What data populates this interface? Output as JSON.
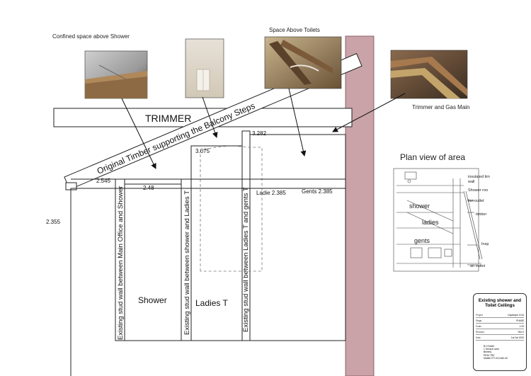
{
  "captions": {
    "confined_space": "Confined space above Shower",
    "space_above_toilets": "Space Above Toilets",
    "trimmer_gas_main": "Trimmer and Gas Main",
    "plan_view": "Plan view of area"
  },
  "labels": {
    "trimmer": "TRIMMER",
    "original_timber": "Original Timber supporting the Balcony Steps",
    "shower": "Shower",
    "ladies_t": "Ladies T",
    "stud_wall_1": "Existing stud wall between Main Office and Shower",
    "stud_wall_2": "Existing stud wall between shower and Ladies T",
    "stud_wall_3": "Existing stud wall between Ladies T and gents T"
  },
  "dimensions": {
    "d_2355": "2.355",
    "d_2545": "2.545",
    "d_248": "2.48",
    "d_3075": "3.075",
    "d_3282": "3.282",
    "ladie": "Ladie 2.385",
    "gents": "Gents 2.385"
  },
  "plan": {
    "insulated": "insulated tim",
    "wall": "wall",
    "shower_roof": "Shower roo",
    "fan_outlet": "fan outlet",
    "timber": "timber",
    "insp": "Insp",
    "fan_outlet_2": "an outlet",
    "shower": "shower",
    "ladies": "ladies",
    "gents": "gents"
  },
  "title_block": {
    "title": "Existing shower and Toilet Ceilings",
    "rows": [
      {
        "k": "Project",
        "v": "Capthorpe CGU"
      },
      {
        "k": "Stage",
        "v": "PHASE"
      },
      {
        "k": "Scale",
        "v": "1:20"
      },
      {
        "k": "Revision",
        "v": "Rev 0"
      },
      {
        "k": "Date",
        "v": "1st Oct 2020"
      }
    ],
    "contact": [
      "B H Smith",
      "1 Terrace Lane",
      "Beverly",
      "PE33 7RZ",
      "Mobile 077-013-642-40"
    ]
  },
  "colors": {
    "brick_wall": "#c9a3a7",
    "line": "#222222",
    "dashed": "#777777"
  }
}
